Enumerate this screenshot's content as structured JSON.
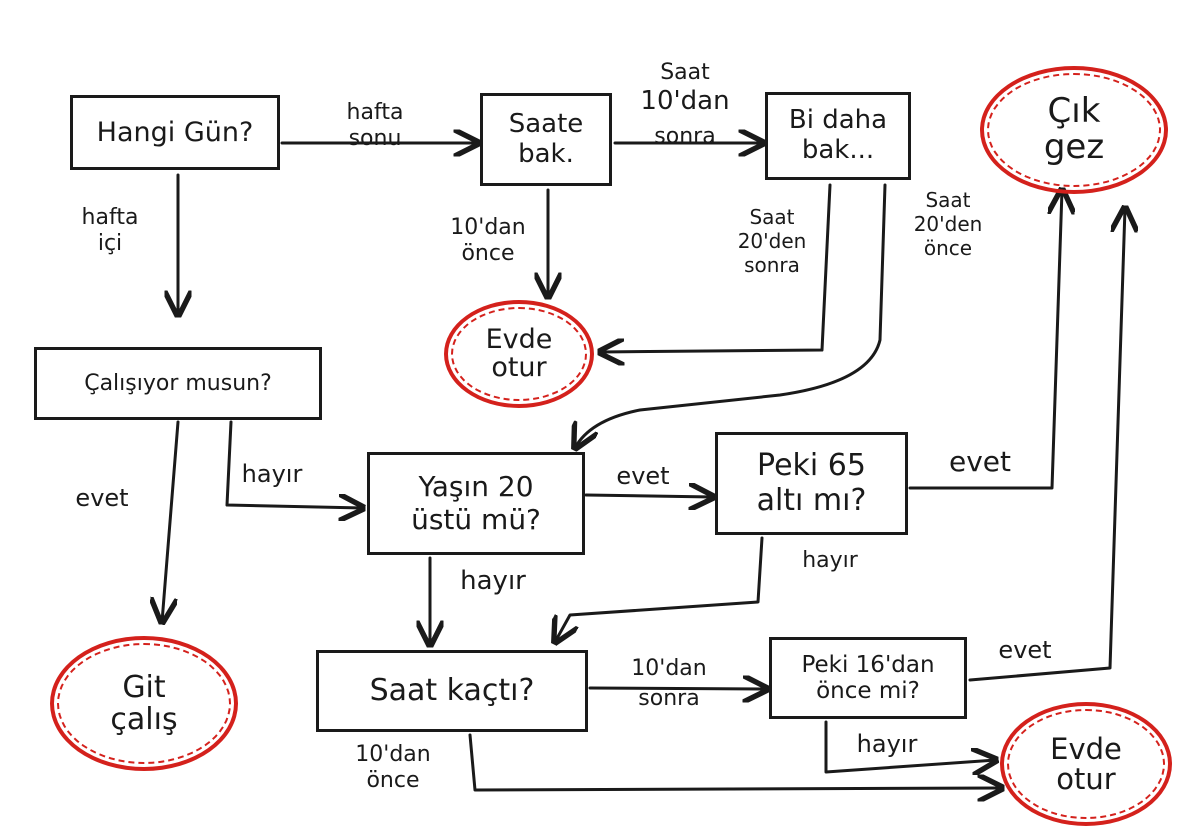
{
  "colors": {
    "ink": "#1a1a1a",
    "terminal_border": "#d4211c",
    "background": "#ffffff"
  },
  "nodes": {
    "hangi_gun": "Hangi Gün?",
    "saate_bak": [
      "Saate",
      "bak."
    ],
    "bi_daha_bak": [
      "Bi daha",
      "bak..."
    ],
    "calisiyor_musun": "Çalışıyor musun?",
    "yasin_20": [
      "Yaşın 20",
      "üstü mü?"
    ],
    "peki_65": [
      "Peki 65",
      "altı mı?"
    ],
    "saat_kacti": "Saat kaçtı?",
    "peki_16": [
      "Peki 16'dan",
      "önce mi?"
    ]
  },
  "terminals": {
    "cik_gez": [
      "Çık",
      "gez"
    ],
    "evde_otur_top": [
      "Evde",
      "otur"
    ],
    "git_calis": [
      "Git",
      "çalış"
    ],
    "evde_otur_bottom": [
      "Evde",
      "otur"
    ]
  },
  "edge_labels": {
    "hafta_sonu": [
      "hafta",
      "sonu"
    ],
    "saat_10dan_sonra": [
      "Saat",
      "10'dan",
      "sonra"
    ],
    "hafta_ici": [
      "hafta",
      "içi"
    ],
    "once_10dan": [
      "10'dan",
      "önce"
    ],
    "saat_20den_sonra": [
      "Saat",
      "20'den",
      "sonra"
    ],
    "saat_20den_once": [
      "Saat",
      "20'den",
      "önce"
    ],
    "hayir_calisiyor": "hayır",
    "evet_calisiyor": "evet",
    "evet_yasin": "evet",
    "evet_peki65": "evet",
    "hayir_peki65": "hayır",
    "hayir_yasin": "hayır",
    "sonra_10dan": [
      "10'dan",
      "sonra"
    ],
    "evet_peki16": "evet",
    "hayir_peki16": "hayır",
    "once_10dan_bottom": [
      "10'dan",
      "önce"
    ]
  }
}
